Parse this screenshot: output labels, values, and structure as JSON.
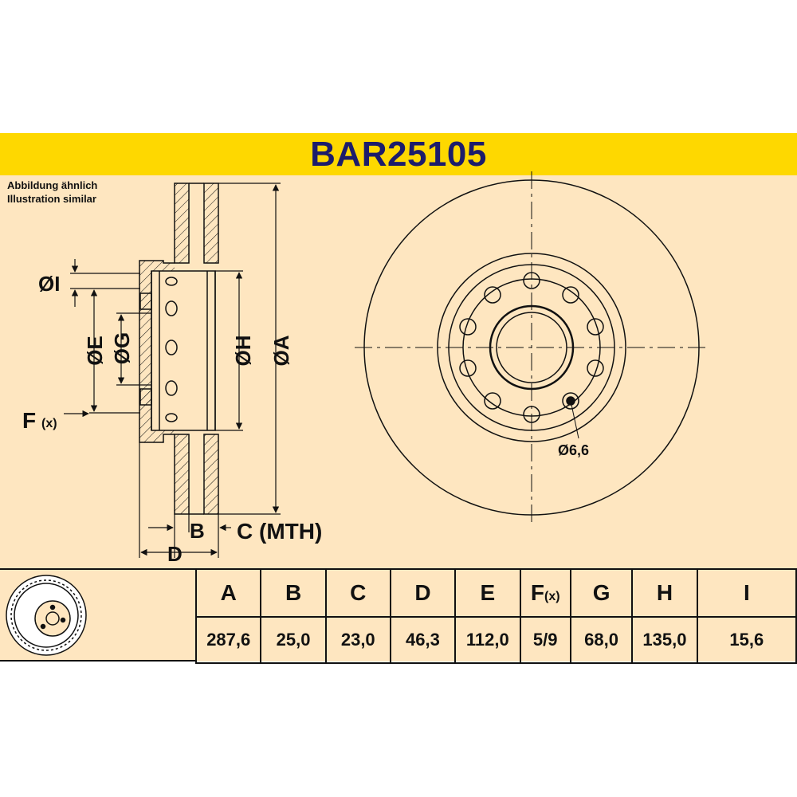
{
  "title": "BAR25105",
  "note": {
    "line1": "Abbildung ähnlich",
    "line2": "Illustration similar"
  },
  "labels": {
    "dia_i": "ØI",
    "dia_e": "ØE",
    "dia_g": "ØG",
    "dia_h": "ØH",
    "dia_a": "ØA",
    "f": "F",
    "f_x": "(x)",
    "b": "B",
    "c_mth": "C (MTH)",
    "d": "D",
    "hole": "Ø6,6"
  },
  "colors": {
    "background": "#fee6c0",
    "title_bar": "#fed800",
    "title_text": "#1c1c6b",
    "line": "#111111"
  },
  "table": {
    "headers": [
      "A",
      "B",
      "C",
      "D",
      "E",
      "F",
      "G",
      "H",
      "I"
    ],
    "header_suffix_f": "(x)",
    "values": [
      "287,6",
      "25,0",
      "23,0",
      "46,3",
      "112,0",
      "5/9",
      "68,0",
      "135,0",
      "15,6"
    ]
  },
  "icons": [
    "brake-disc-thumbnail-icon"
  ]
}
